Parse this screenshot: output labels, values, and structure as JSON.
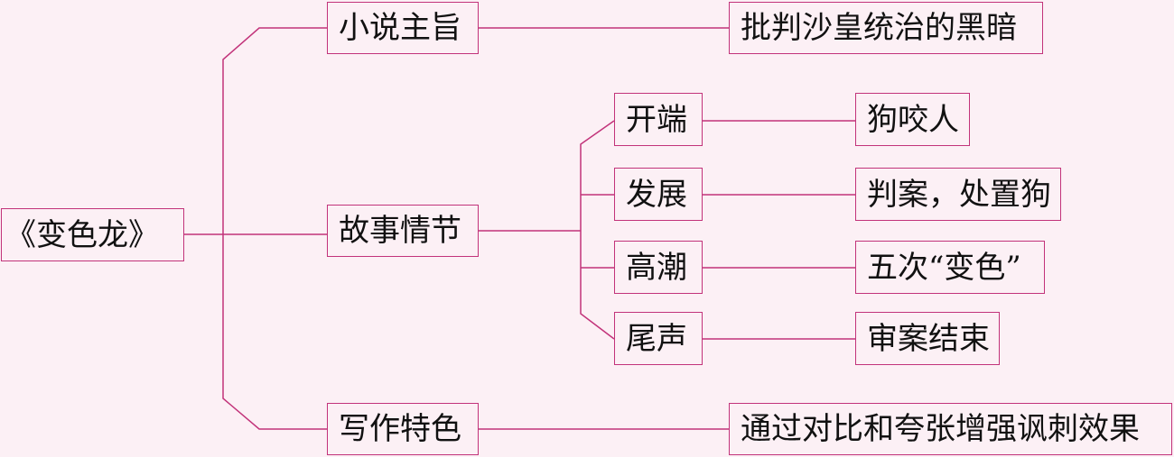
{
  "root": {
    "label": "《变色龙》"
  },
  "branches": {
    "theme": {
      "label": "小说主旨",
      "detail": "批判沙皇统治的黑暗"
    },
    "plot": {
      "label": "故事情节",
      "stages": [
        {
          "label": "开端",
          "detail": "狗咬人"
        },
        {
          "label": "发展",
          "detail": "判案，处置狗"
        },
        {
          "label": "高潮",
          "detail": "五次“变色”"
        },
        {
          "label": "尾声",
          "detail": "审案结束"
        }
      ]
    },
    "style": {
      "label": "写作特色",
      "detail": "通过对比和夸张增强讽刺效果"
    }
  },
  "colors": {
    "line": "#c2337a",
    "background": "#fcf0f5",
    "text": "#111111"
  }
}
